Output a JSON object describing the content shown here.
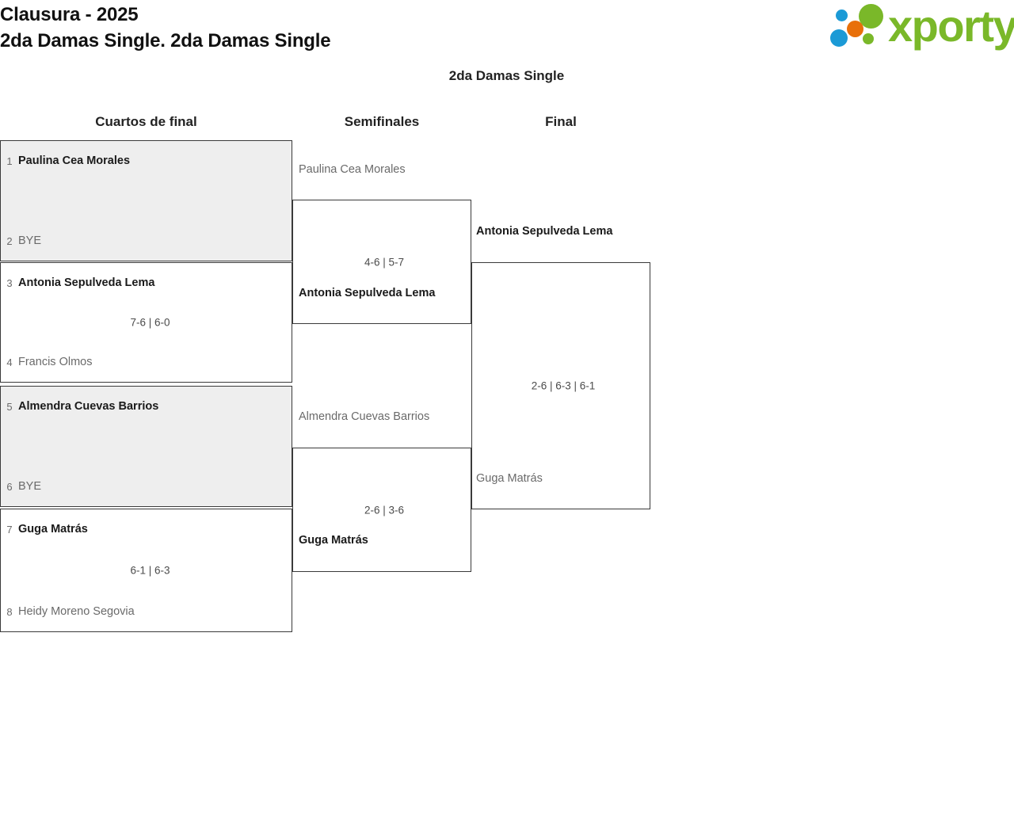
{
  "header": {
    "title_line1": "Clausura - 2025",
    "title_line2": "2da Damas Single. 2da Damas Single",
    "logo_text": "xporty"
  },
  "bracket": {
    "title": "2da Damas Single",
    "rounds": [
      {
        "key": "quarterfinals",
        "label": "Cuartos de final"
      },
      {
        "key": "semifinals",
        "label": "Semifinales"
      },
      {
        "key": "final",
        "label": "Final"
      }
    ],
    "quarterfinals": [
      {
        "seed_top": "1",
        "player_top": "Paulina Cea Morales",
        "seed_bottom": "2",
        "player_bottom": "BYE",
        "score": "",
        "winner": "top",
        "bye": true
      },
      {
        "seed_top": "3",
        "player_top": "Antonia Sepulveda Lema",
        "seed_bottom": "4",
        "player_bottom": "Francis Olmos",
        "score": "7-6 | 6-0",
        "winner": "top",
        "bye": false
      },
      {
        "seed_top": "5",
        "player_top": "Almendra Cuevas Barrios",
        "seed_bottom": "6",
        "player_bottom": "BYE",
        "score": "",
        "winner": "top",
        "bye": true
      },
      {
        "seed_top": "7",
        "player_top": "Guga Matrás",
        "seed_bottom": "8",
        "player_bottom": "Heidy Moreno Segovia",
        "score": "6-1 | 6-3",
        "winner": "top",
        "bye": false
      }
    ],
    "semifinals": [
      {
        "player_top": "Paulina Cea Morales",
        "player_bottom": "Antonia Sepulveda Lema",
        "score": "4-6 | 5-7",
        "winner": "bottom"
      },
      {
        "player_top": "Almendra Cuevas Barrios",
        "player_bottom": "Guga Matrás",
        "score": "2-6 | 3-6",
        "winner": "bottom"
      }
    ],
    "final": [
      {
        "player_top": "Antonia Sepulveda Lema",
        "player_bottom": "Guga Matrás",
        "score": "2-6 | 6-3 | 6-1",
        "winner": "top"
      }
    ]
  },
  "colors": {
    "logo_green": "#7ab829",
    "logo_blue": "#1b9ad6",
    "logo_orange": "#e8700a",
    "bye_background": "#eeeeee",
    "border": "#3a3a3a"
  }
}
